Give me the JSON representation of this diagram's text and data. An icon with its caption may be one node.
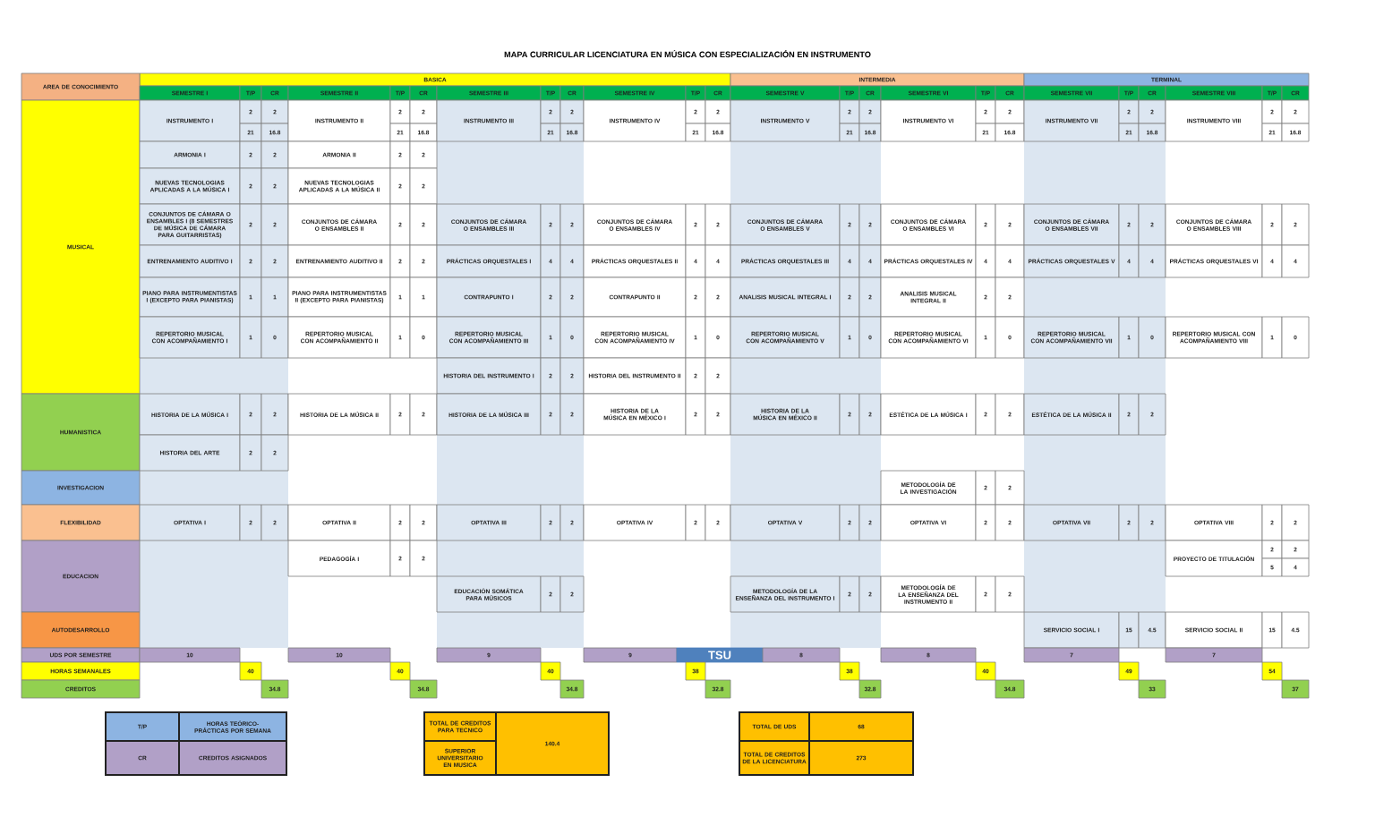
{
  "diagram": {
    "title": "MAPA CURRICULAR LICENCIATURA EN MÚSICA CON ESPECIALIZACIÓN EN INSTRUMENTO",
    "labels": [
      "BASICA",
      "INTERMEDIA",
      "TERMINAL",
      "AREA DE CONOCIMIENTO",
      "SEMESTRE I",
      "T/P",
      "CR",
      "SEMESTRE II",
      "T/P",
      "CR",
      "SEMESTRE III",
      "T/P",
      "CR",
      "SEMESTRE IV",
      "T/P",
      "CR",
      "SEMESTRE V",
      "T/P",
      "CR",
      "SEMESTRE VI",
      "T/P",
      "CR",
      "SEMESTRE VII",
      "T/P",
      "CR",
      "SEMESTRE VIII",
      "T/P",
      "CR",
      "MUSICAL",
      "INSTRUMENTO I",
      "2",
      "2",
      "21",
      "16.8",
      "INSTRUMENTO II",
      "2",
      "2",
      "21",
      "16.8",
      "INSTRUMENTO III",
      "2",
      "2",
      "21",
      "16.8",
      "INSTRUMENTO IV",
      "2",
      "2",
      "21",
      "16.8",
      "INSTRUMENTO V",
      "2",
      "2",
      "21",
      "16.8",
      "INSTRUMENTO VI",
      "2",
      "2",
      "21",
      "16.8",
      "INSTRUMENTO VII",
      "2",
      "2",
      "21",
      "16.8",
      "INSTRUMENTO VIII",
      "2",
      "2",
      "21",
      "16.8",
      "ARMONIA I",
      "2",
      "2",
      "ARMONIA II",
      "2",
      "2",
      "NUEVAS TECNOLOGIAS APLICADAS A LA MÚSICA I",
      "2",
      "2",
      "NUEVAS TECNOLOGIAS APLICADAS A LA MÚSICA II",
      "2",
      "2",
      "CONJUNTOS DE CÁMARA O ENSAMBLES I (8 SEMESTRES DE MÚSICA DE CÁMARA PARA GUITARRISTAS)",
      "2",
      "2",
      "CONJUNTOS DE CÁMARA O ENSAMBLES II",
      "2",
      "2",
      "CONJUNTOS DE CÁMARA O ENSAMBLES III",
      "2",
      "2",
      "CONJUNTOS DE CÁMARA O ENSAMBLES IV",
      "2",
      "2",
      "CONJUNTOS DE CÁMARA O ENSAMBLES V",
      "2",
      "2",
      "CONJUNTOS DE CÁMARA O ENSAMBLES VI",
      "2",
      "2",
      "CONJUNTOS DE CÁMARA O ENSAMBLES VII",
      "2",
      "2",
      "CONJUNTOS DE CÁMARA O ENSAMBLES VIII",
      "2",
      "2",
      "ENTRENAMIENTO AUDITIVO I",
      "2",
      "2",
      "ENTRENAMIENTO AUDITIVO II",
      "2",
      "2",
      "PRÁCTICAS ORQUESTALES I",
      "4",
      "4",
      "PRÁCTICAS ORQUESTALES II",
      "4",
      "4",
      "PRÁCTICAS ORQUESTALES III",
      "4",
      "4",
      "PRÁCTICAS ORQUESTALES IV",
      "4",
      "4",
      "PRÁCTICAS ORQUESTALES V",
      "4",
      "4",
      "PRÁCTICAS ORQUESTALES VI",
      "4",
      "4",
      "PIANO PARA INSTRUMENTISTAS I (EXCEPTO PARA PIANISTAS)",
      "1",
      "1",
      "PIANO PARA INSTRUMENTISTAS II (EXCEPTO PARA PIANISTAS)",
      "1",
      "1",
      "CONTRAPUNTO I",
      "2",
      "2",
      "CONTRAPUNTO II",
      "2",
      "2",
      "ANALISIS MUSICAL INTEGRAL I",
      "2",
      "2",
      "ANALISIS MUSICAL INTEGRAL II",
      "2",
      "2",
      "REPERTORIO MUSICAL CON ACOMPAÑAMIENTO I",
      "1",
      "0",
      "REPERTORIO MUSICAL CON ACOMPAÑAMIENTO II",
      "1",
      "0",
      "REPERTORIO MUSICAL CON ACOMPAÑAMIENTO III",
      "1",
      "0",
      "REPERTORIO MUSICAL CON ACOMPAÑAMIENTO IV",
      "1",
      "0",
      "REPERTORIO MUSICAL CON ACOMPAÑAMIENTO V",
      "1",
      "0",
      "REPERTORIO MUSICAL CON ACOMPAÑAMIENTO VI",
      "1",
      "0",
      "REPERTORIO MUSICAL CON ACOMPAÑAMIENTO VII",
      "1",
      "0",
      "REPERTORIO MUSICAL CON ACOMPAÑAMIENTO VIII",
      "1",
      "0",
      "HISTORIA DEL INSTRUMENTO I",
      "2",
      "2",
      "HISTORIA DEL INSTRUMENTO II",
      "2",
      "2",
      "HUMANISTICA",
      "HISTORIA DE LA MÚSICA I",
      "2",
      "2",
      "HISTORIA DE LA MÚSICA II",
      "2",
      "2",
      "HISTORIA DE LA MÚSICA III",
      "2",
      "2",
      "HISTORIA DE LA MÚSICA EN MÉXICO I",
      "2",
      "2",
      "HISTORIA DE LA MÚSICA EN MÉXICO II",
      "2",
      "2",
      "ESTÉTICA DE LA MÚSICA I",
      "2",
      "2",
      "ESTÉTICA DE LA MÚSICA II",
      "2",
      "2",
      "HISTORIA DEL ARTE",
      "2",
      "2",
      "INVESTIGACION",
      "METODOLOGÍA DE LA INVESTIGACIÓN",
      "2",
      "2",
      "FLEXIBILIDAD",
      "OPTATIVA I",
      "2",
      "2",
      "OPTATIVA II",
      "2",
      "2",
      "OPTATIVA III",
      "2",
      "2",
      "OPTATIVA IV",
      "2",
      "2",
      "OPTATIVA V",
      "2",
      "2",
      "OPTATIVA VI",
      "2",
      "2",
      "OPTATIVA VII",
      "2",
      "2",
      "OPTATIVA VIII",
      "2",
      "2",
      "EDUCACION",
      "PEDAGOGÍA I",
      "2",
      "2",
      "PROYECTO DE TITULACIÓN",
      "2",
      "2",
      "5",
      "4",
      "EDUCACIÓN SOMÁTICA PARA MÚSICOS",
      "2",
      "2",
      "METODOLOGÍA DE LA ENSEÑANZA DEL INSTRUMENTO I",
      "2",
      "2",
      "METODOLOGÍA DE LA ENSEÑANZA DEL INSTRUMENTO II",
      "2",
      "2",
      "AUTODESARROLLO",
      "SERVICIO SOCIAL I",
      "15",
      "4.5",
      "SERVICIO SOCIAL II",
      "15",
      "4.5",
      "UDS POR SEMESTRE",
      "10",
      "10",
      "9",
      "9",
      "TSU",
      "8",
      "8",
      "7",
      "7",
      "HORAS SEMANALES",
      "40",
      "40",
      "40",
      "38",
      "38",
      "40",
      "49",
      "54",
      "CREDITOS",
      "34.8",
      "34.8",
      "34.8",
      "32.8",
      "32.8",
      "34.8",
      "33",
      "37",
      "T/P",
      "HORAS TEÓRICO-PRÁCTICAS POR SEMANA",
      "CR",
      "CREDITOS ASIGNADOS",
      "TOTAL DE CREDITOS PARA TECNICO",
      "SUPERIOR UNIVERSITARIO EN MUSICA",
      "140.4",
      "TOTAL DE UDS",
      "68",
      "TOTAL DE CREDITOS DE LA LICENCIATURA",
      "273"
    ]
  }
}
